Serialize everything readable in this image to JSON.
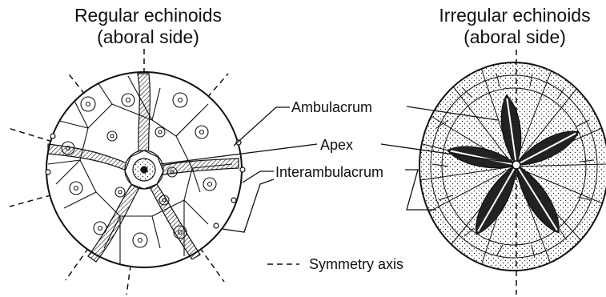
{
  "titles": {
    "left_line1": "Regular echinoids",
    "left_line2": "(aboral side)",
    "right_line1": "Irregular echinoids",
    "right_line2": "(aboral side)"
  },
  "labels": {
    "ambulacrum": "Ambulacrum",
    "apex": "Apex",
    "interambulacrum": "Interambulacrum",
    "symmetry_axis": "Symmetry axis"
  },
  "colors": {
    "ink": "#111111",
    "background": "#ffffff"
  }
}
